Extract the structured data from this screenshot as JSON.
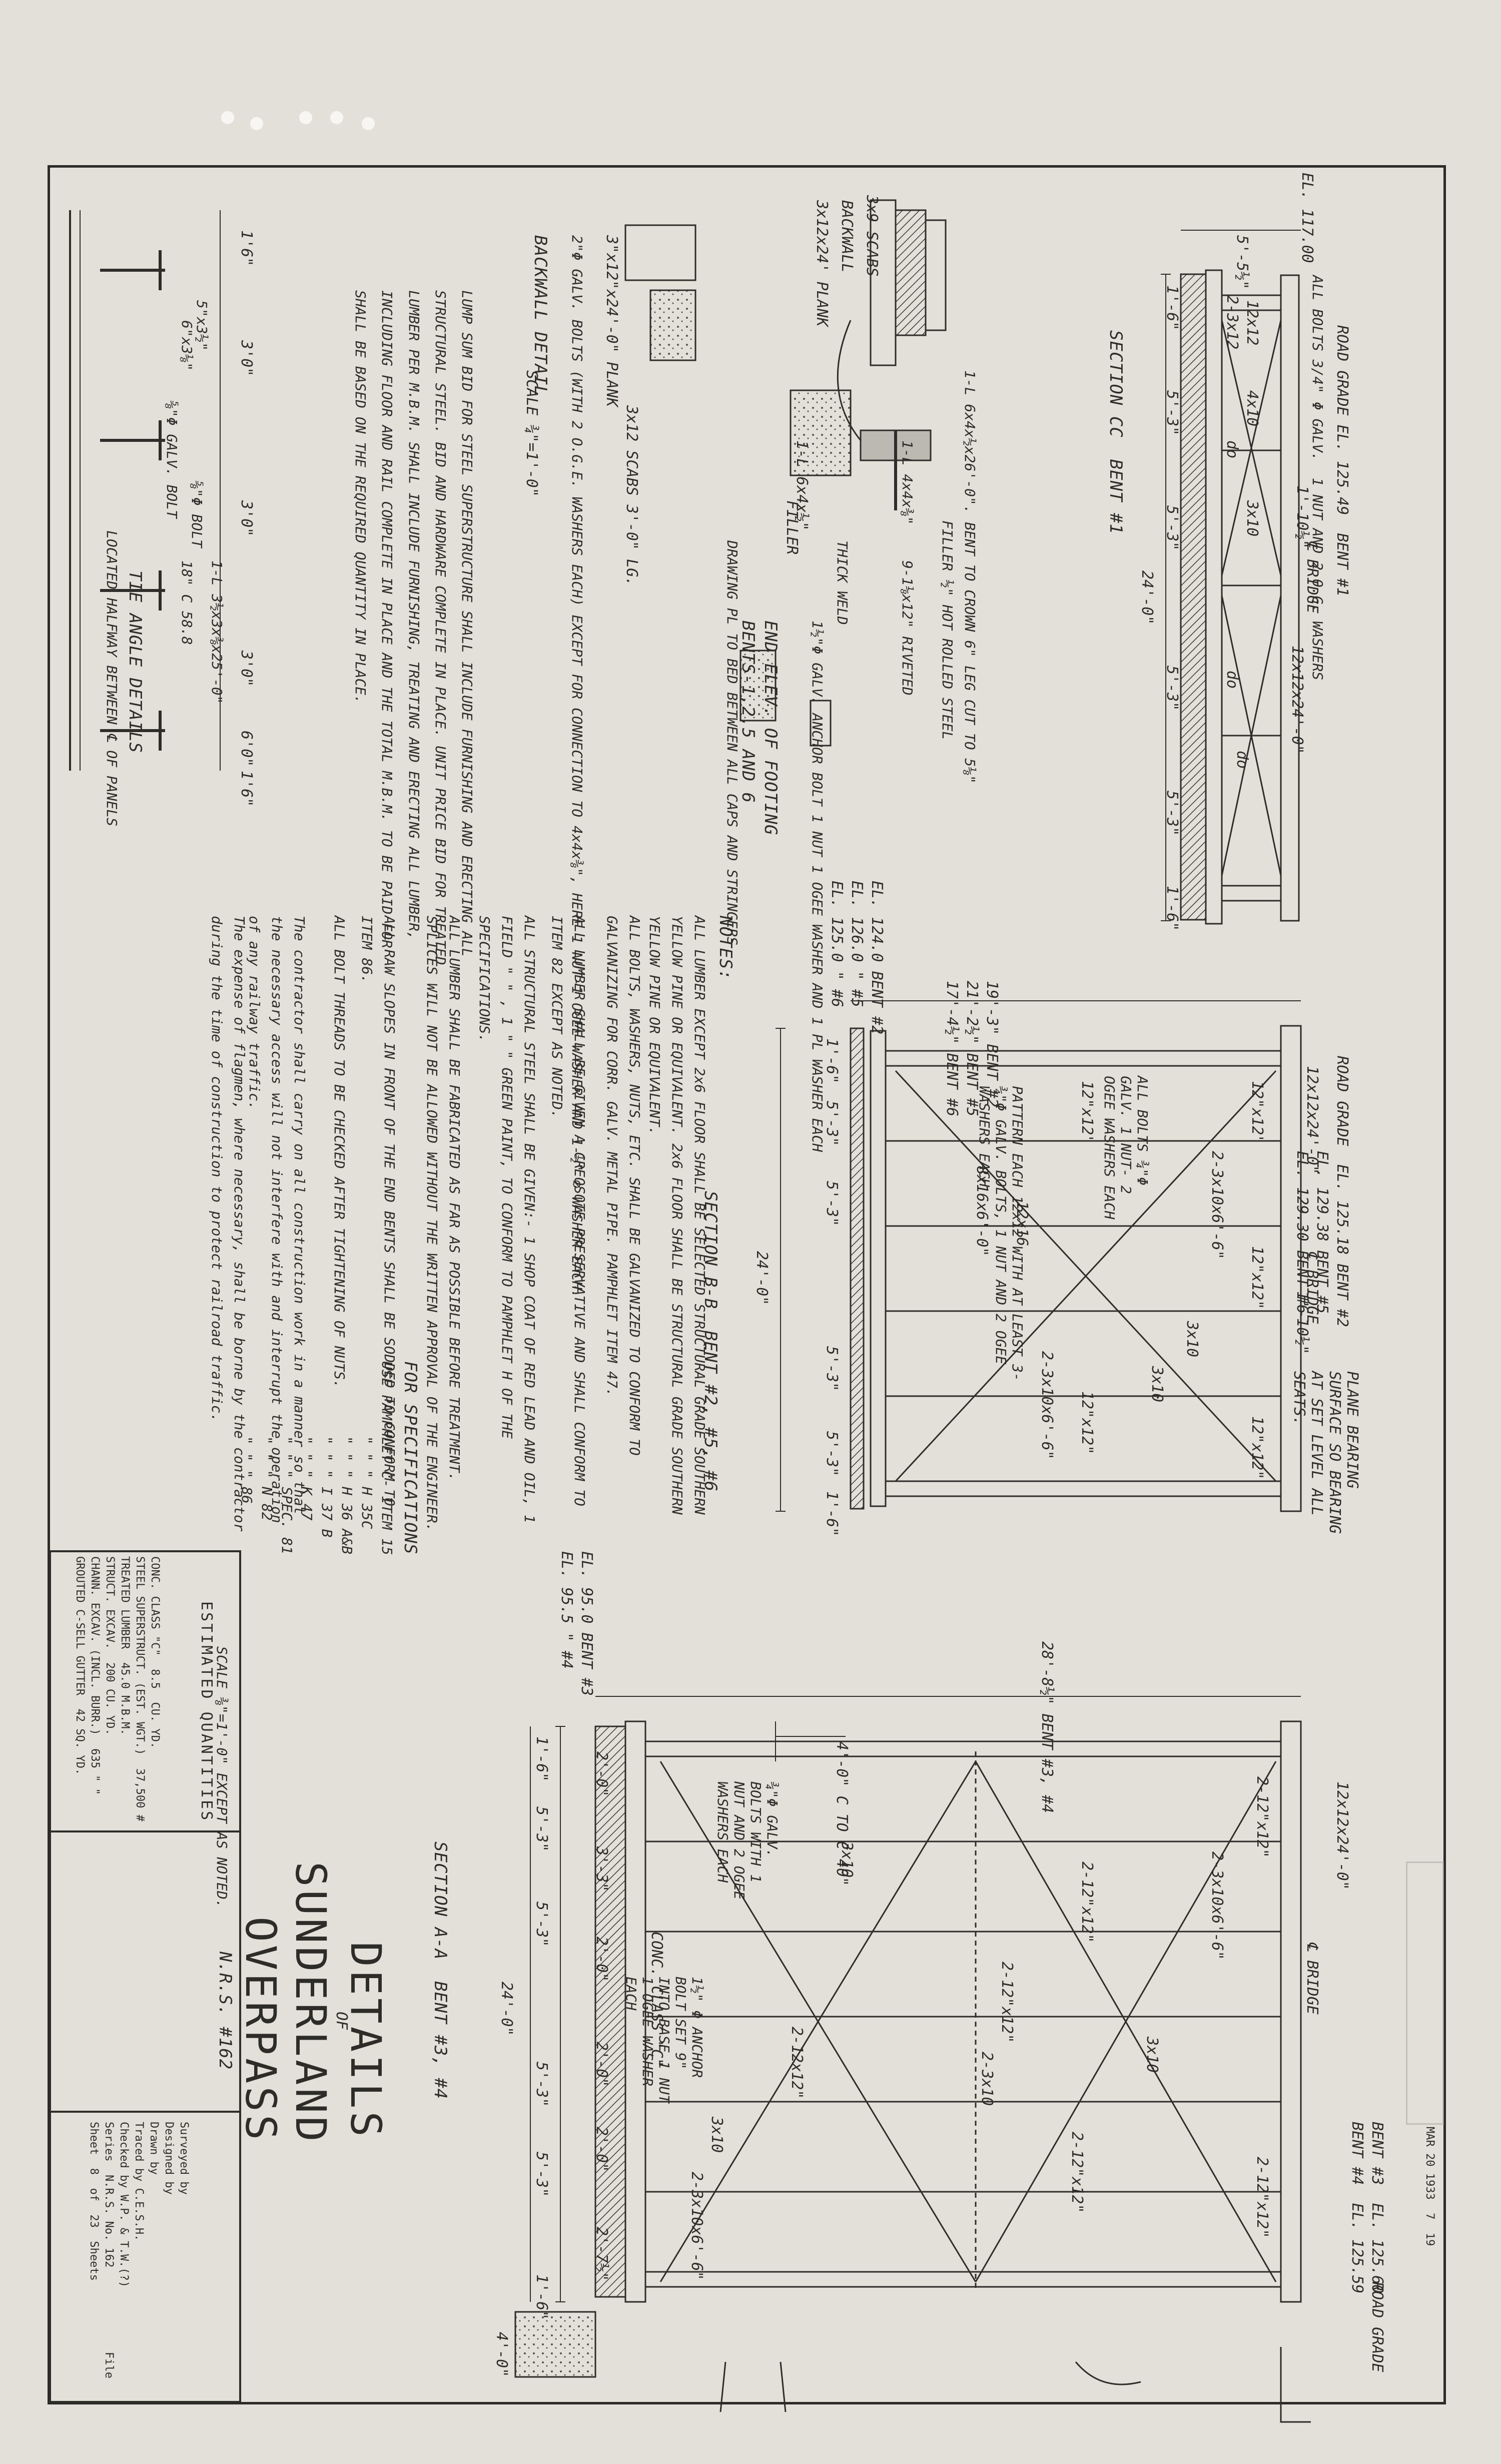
{
  "section_cc": {
    "title": "SECTION CC  BENT #1",
    "width": "24'-0\"",
    "roadway": "ROAD GRADE EL. 125.49  BENT #1",
    "elevation": "EL. 117.00",
    "bolts": "ALL BOLTS 3/4\" Φ GALV.  1 NUT AND 2 O.G. WASHERS",
    "bridge_cl": "℄ BRIDGE",
    "labels": [
      "12x12",
      "2-3x12",
      "4x10",
      "3x10",
      "do",
      "do",
      "do",
      "12x12x24'-0\""
    ],
    "dims": [
      "5'-5½\"",
      "1'-6\"",
      "5'-3\"",
      "5'-3\"",
      "5'-3\"",
      "5'-3\"",
      "1'-6\"",
      "1'-10½\""
    ]
  },
  "backwall": {
    "title": "BACKWALL DETAIL",
    "scale": "SCALE ¾\"=1'-0\"",
    "labels": [
      "3\"x12\"x24'-0\" PLANK",
      "3x12 SCABS 3'-0\" LG.",
      "3x12x24' PLANK",
      "BACKWALL",
      "1-L 6x4x½\"",
      "FILLER",
      "3x9 SCABS"
    ],
    "text": "2\"Φ GALV. BOLTS (WITH 2 O.G.E. WASHERS EACH) EXCEPT FOR CONNECTION TO 4x4x⅜\", HERE 1 NUT-1 OGEE WASHER AND 1-½\" ⌀ WASHER EACH."
  },
  "end_elev": {
    "title": "END ELEV. OF FOOTING",
    "bents": "BENTS-1,2,5 AND 6",
    "labels": [
      "1-L 6x4x½x26'-0\". BENT TO CROWN 6\" LEG CUT TO 5⅛\"",
      "1-L 4x4x⅜\"",
      "FILLER ½\" HOT ROLLED STEEL",
      "9-1⅛x12\" RIVETED",
      "THICK WELD",
      "DRAWING PL TO BED BETWEEN ALL CAPS AND STRINGERS",
      "1½\"Φ GALV. ANCHOR BOLT 1 NUT 1 OGEE WASHER AND 1 PL WASHER EACH"
    ]
  },
  "tie_angle": {
    "title": "TIE ANGLE DETAILS",
    "located": "LOCATED HALFWAY BETWEEN ℄ OF PANELS",
    "spec": "1-L 3½x3x⅜x25'-0\"",
    "labels": [
      "5\"x3½\"",
      "6\"x3⅛\"",
      "⅝\"Φ BOLT",
      "⅝\"Φ GALV. BOLT",
      "18\" C 58.8"
    ],
    "dims": [
      "1'6\"",
      "3'0\"",
      "3'0\"",
      "3'0\"",
      "6'0\"",
      "1'6\""
    ]
  },
  "lump_sum": {
    "text": "LUMP SUM BID FOR STEEL SUPERSTRUCTURE SHALL INCLUDE FURNISHING AND ERECTING ALL STRUCTURAL STEEL. BID AND HARDWARE COMPLETE IN PLACE. UNIT PRICE BID FOR TREATED LUMBER PER M.B.M. SHALL INCLUDE FURNISHING, TREATING AND ERECTING ALL LUMBER, INCLUDING FLOOR AND RAIL COMPLETE IN PLACE AND THE TOTAL M.B.M. TO BE PAID FOR SHALL BE BASED ON THE REQUIRED QUANTITY IN PLACE."
  },
  "notes": {
    "title": "NOTES:",
    "lines": [
      "ALL LUMBER EXCEPT 2x6 FLOOR SHALL BE SELECTED STRUCTURAL GRADE SOUTHERN YELLOW PINE OR EQUIVALENT. 2x6 FLOOR SHALL BE STRUCTURAL GRADE SOUTHERN YELLOW PINE OR EQUIVALENT.",
      "ALL BOLTS, WASHERS, NUTS, ETC. SHALL BE GALVANIZED TO CONFORM TO GALVANIZING FOR CORR. GALV. METAL PIPE. PAMPHLET ITEM 47.",
      "ALL LUMBER SHALL BE GIVEN A CREOSOTE PRESERVATIVE AND SHALL CONFORM TO ITEM 82 EXCEPT AS NOTED.",
      "ALL STRUCTURAL STEEL SHALL BE GIVEN:- 1 SHOP COAT OF RED LEAD AND OIL, 1 FIELD \" \" , 1 \" \" GREEN PAINT, TO CONFORM TO PAMPHLET H OF THE SPECIFICATIONS.",
      "ALL LUMBER SHALL BE FABRICATED AS FAR AS POSSIBLE BEFORE TREATMENT. SPLICES WILL NOT BE ALLOWED WITHOUT THE WRITTEN APPROVAL OF THE ENGINEER.",
      "ALL RAW SLOPES IN FRONT OF THE END BENTS SHALL BE SODDED TO CONFORM TO ITEM 86.",
      "ALL BOLT THREADS TO BE CHECKED AFTER TIGHTENING OF NUTS.",
      "The contractor shall carry on all construction work in a manner so that the necessary access will not interfere with and interrupt the operation of any railway traffic.",
      "The expense of flagmen, where necessary, shall be borne by the contractor during the time of construction to protect railroad traffic."
    ]
  },
  "specifications": {
    "title": "FOR SPECIFICATIONS",
    "rows": [
      [
        "USE PAMPHLET C- ITEM",
        "15"
      ],
      [
        "\" \" \"",
        "H 35C"
      ],
      [
        "\" \" \"",
        "H 36 A&B"
      ],
      [
        "\" \" \"",
        "I 37 B"
      ],
      [
        "\" \" \"",
        "K 47"
      ],
      [
        "\" \" \"",
        "SPEC. 81"
      ],
      [
        "\" \" \"",
        "N 82"
      ],
      [
        "\" \" \"",
        "86"
      ]
    ],
    "scale": "SCALE ⅜\"=1'-0\" EXCEPT AS NOTED."
  },
  "section_bb": {
    "title": "SECTION B-B  BENT #2, #5, #6",
    "width": "24'-0\"",
    "lengths": [
      "19'-3\" BENT #2",
      "21'-2½\" BENT #5",
      "17'-4½\" BENT #6"
    ],
    "elevs": [
      "EL. 124.0 BENT #2",
      "EL. 126.0 \" #5",
      "EL. 125.0 \" #6"
    ],
    "road": [
      "ROAD GRADE  EL. 125.18 BENT #2",
      "EL. 129.38 BENT #5",
      "EL. 129.30 BENT #6"
    ],
    "bolts": "ALL BOLTS ¾\"Φ GALV. 1 NUT- 2 OGEE WASHERS EACH",
    "pattern": "PATTERN EACH 12x12 WITH AT LEAST 3-¾\"Φ GALV. BOLTS, 1 NUT AND 2 OGEE WASHERS EACH",
    "bearing": "PLANE BEARING SURFACE SO BEARING AT SET LEVEL ALL SEATS.",
    "bridge_cl": "℄ BRIDGE",
    "labels": [
      "12x12x24'-0\"",
      "12\"x12\"",
      "12\"x12\"",
      "12\"x12\"",
      "12\"x12\"",
      "12\"x12\"",
      "2-3x10x6'-6\"",
      "2-3x10x6'-6\"",
      "3x10",
      "3x10",
      "8x16x6'-0\"",
      "12x16"
    ],
    "dims": [
      "1'-6\"",
      "5'-3\"",
      "5'-3\"",
      "5'-3\"",
      "5'-3\"",
      "1'-6\"",
      "1'-10½\""
    ]
  },
  "section_aa": {
    "title": "SECTION A-A  BENT #3, #4",
    "width": "24'-0\"",
    "length": "28'-8½\" BENT #3, #4",
    "elevs": [
      "EL. 95.0 BENT #3",
      "EL. 95.5 \" #4"
    ],
    "road": [
      "BENT #3  EL. 125.60",
      "BENT #4  EL. 125.59"
    ],
    "road_grade": "ROAD GRADE",
    "spacing": "4'-0\" C TO C 40\"",
    "bolts": "¾\"Φ GALV. BOLTS WITH 1 NUT AND 2 OGEE WASHERS EACH",
    "anchor": "1½\" Φ ANCHOR BOLT SET 9\" INTO BASE 1 NUT 1 OGEE WASHER EACH",
    "conc": "CONC. CLASS \"C\"",
    "bridge_cl": "℄ BRIDGE",
    "labels": [
      "2-12\"x12\"",
      "2-12\"x12\"",
      "2-12\"x12\"",
      "2-12x12\"",
      "2-12\"x12\"",
      "2-12\"x12\"",
      "12x12x24'-0\"",
      "2-3x10x6'-6\"",
      "2-3x10x6'-6\"",
      "3x10",
      "3x10",
      "2-3x10",
      "3x10"
    ],
    "dims": [
      "1'-6\"",
      "5'-3\"",
      "5'-3\"",
      "5'-3\"",
      "5'-3\"",
      "1'-6\"",
      "2'-0\"",
      "2'-0\"",
      "4'-0\"",
      "2'-7½\"",
      "2'-0\"",
      "2'-0\"",
      "3'-3\""
    ]
  },
  "title_block": {
    "heading": "DETAILS",
    "of": "OF",
    "name1": "SUNDERLAND",
    "name2": "OVERPASS",
    "nrs": "N.R.S. #162",
    "estimated": "ESTIMATED QUANTITIES",
    "quantities": [
      [
        "CONC. CLASS \"C\"",
        "8.5  CU. YD."
      ],
      [
        "STEEL SUPERSTRUCT. (EST. WGT.)",
        "37,500 #"
      ],
      [
        "TREATED LUMBER",
        "45.0 M.B.M."
      ],
      [
        "STRUCT. EXCAV.",
        "200 CU. YD."
      ],
      [
        "CHANN. EXCAV. (INCL. BURR.)",
        "635 \" \""
      ],
      [
        "GROUTED C-SELL GUTTER",
        "42 SQ. YD."
      ]
    ],
    "signoffs": [
      "Surveyed by",
      "Designed by",
      "Drawn by",
      "Traced by C.E.S.H.",
      "Checked by W.P. & T.W.(?)",
      "Series  N.R.S. No. 162",
      "Sheet  8  of  23  Sheets"
    ],
    "file": "File"
  },
  "stamp": {
    "text": "MAR 20 1933  7  19"
  }
}
